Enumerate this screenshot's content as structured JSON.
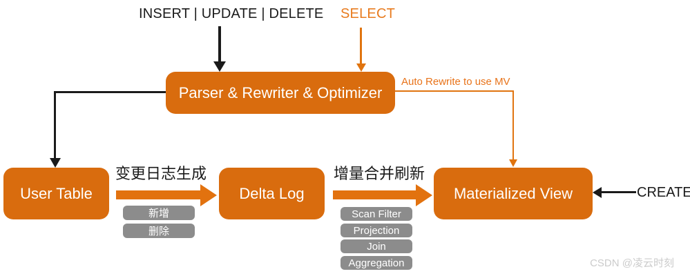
{
  "colors": {
    "box_orange": "#d96c0e",
    "arrow_orange": "#e2720f",
    "line_orange": "#e0740f",
    "text_orange": "#e87b1e",
    "tag_gray": "#8c8c8c",
    "black": "#1a1a1a",
    "watermark_gray": "#cbcbcb"
  },
  "top": {
    "dml_label": "INSERT | UPDATE | DELETE",
    "select_label": "SELECT"
  },
  "parser_box": {
    "label": "Parser & Rewriter & Optimizer"
  },
  "auto_rewrite_label": "Auto Rewrite to use MV",
  "nodes": {
    "user_table": "User Table",
    "delta_log": "Delta Log",
    "materialized_view": "Materialized View"
  },
  "flow1": {
    "title": "变更日志生成",
    "tags": [
      "新增",
      "删除"
    ]
  },
  "flow2": {
    "title": "增量合并刷新",
    "tags": [
      "Scan Filter",
      "Projection",
      "Join",
      "Aggregation"
    ]
  },
  "create_label": "CREATE",
  "watermark": "CSDN @凌云时刻"
}
